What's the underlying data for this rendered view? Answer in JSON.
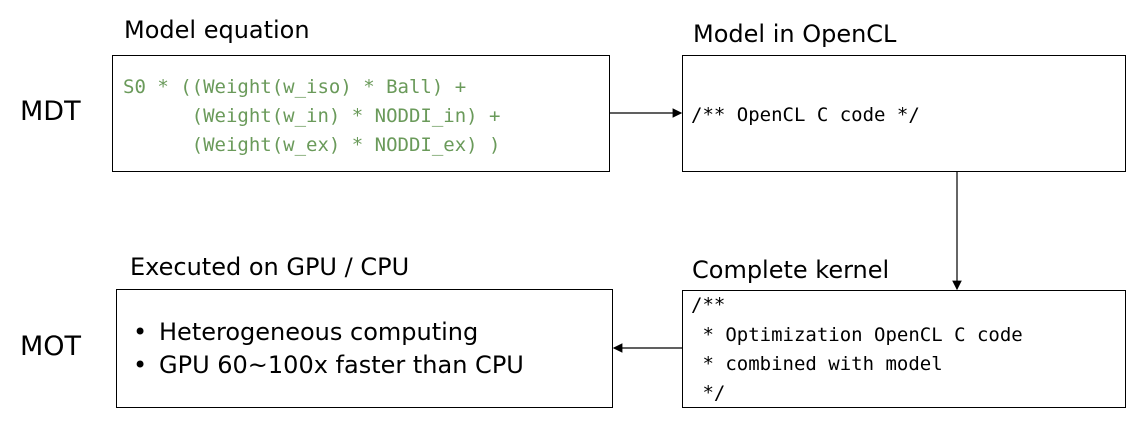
{
  "rows": {
    "top": "MDT",
    "bottom": "MOT"
  },
  "model_equation": {
    "title": "Model equation",
    "lines": [
      "S0 * ((Weight(w_iso) * Ball) +",
      "      (Weight(w_in) * NODDI_in) +",
      "      (Weight(w_ex) * NODDI_ex) )"
    ]
  },
  "model_opencl": {
    "title": "Model in OpenCL",
    "code": "/** OpenCL C code */"
  },
  "complete_kernel": {
    "title": "Complete kernel",
    "lines": [
      "/**",
      " * Optimization OpenCL C code",
      " * combined with model",
      " */"
    ]
  },
  "executed": {
    "title": "Executed on GPU / CPU",
    "bullets": [
      "Heterogeneous computing",
      "GPU 60~100x faster than CPU"
    ]
  },
  "colors": {
    "code_green": "#6a9a5a"
  }
}
